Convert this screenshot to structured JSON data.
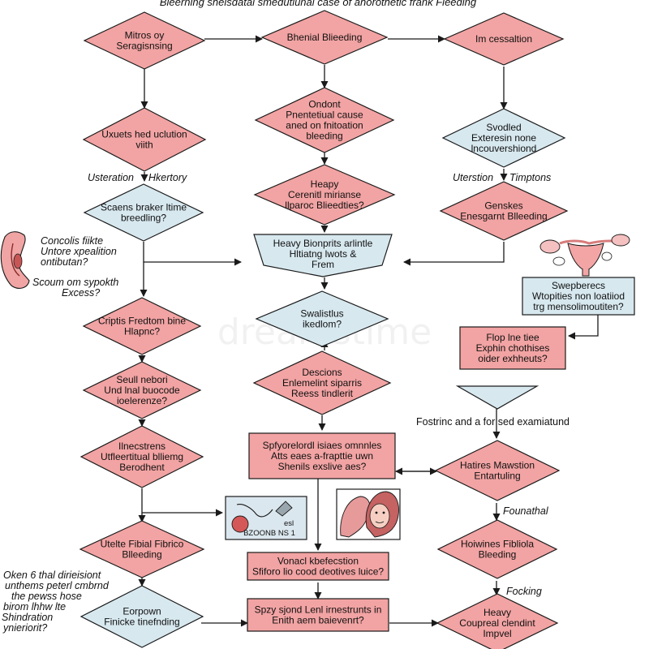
{
  "title": "Bleerning sheisdatal smedutiunal case of ahorothetic frank Fleeding",
  "watermark": "dreamstime",
  "colors": {
    "pink": "#f2a3a3",
    "blue": "#d7e8ef",
    "stroke": "#1a1a1a"
  },
  "nodes": [
    {
      "id": "n1",
      "shape": "diamond",
      "fill": "pink",
      "lines": [
        "Mitros oy",
        "Seragisnsing"
      ]
    },
    {
      "id": "n2",
      "shape": "diamond",
      "fill": "pink",
      "lines": [
        "Bhenial Blieeding"
      ]
    },
    {
      "id": "n3",
      "shape": "diamond",
      "fill": "pink",
      "lines": [
        "Im cessaltion"
      ]
    },
    {
      "id": "n4",
      "shape": "diamond",
      "fill": "pink",
      "lines": [
        "Uxuets hed uclution",
        "viith"
      ]
    },
    {
      "id": "n5",
      "shape": "diamond",
      "fill": "pink",
      "lines": [
        "Ondont",
        "Pnentetiual cause",
        "aned on fnitoation",
        "bleeding"
      ]
    },
    {
      "id": "n6",
      "shape": "diamond",
      "fill": "blue",
      "lines": [
        "Svodled",
        "Exteresin none",
        "lncouvershiond"
      ]
    },
    {
      "id": "n7",
      "shape": "diamond",
      "fill": "blue",
      "lines": [
        "Scaens braker ltime",
        "breedling?"
      ]
    },
    {
      "id": "n8",
      "shape": "diamond",
      "fill": "pink",
      "lines": [
        "Heapy",
        "Cerenitl mirianse",
        "llparoc Blieedties?"
      ]
    },
    {
      "id": "n9",
      "shape": "diamond",
      "fill": "pink",
      "lines": [
        "Genskes",
        "Enesgarnt Blleeding"
      ]
    },
    {
      "id": "n10",
      "shape": "banner",
      "fill": "blue",
      "lines": [
        "Heavy Bionprits arlintle",
        "Hltiatng lwots &",
        "Frem"
      ]
    },
    {
      "id": "n11",
      "shape": "rect",
      "fill": "blue",
      "lines": [
        "Swepberecs",
        "Wtopities non loatiiod",
        "trg mensolimoutiten?"
      ]
    },
    {
      "id": "n12",
      "shape": "diamond",
      "fill": "blue",
      "lines": [
        "Swalistlus",
        "ikedlom?"
      ]
    },
    {
      "id": "n13",
      "shape": "diamond",
      "fill": "pink",
      "lines": [
        "Criptis Fredtom bine",
        "Hlapnc?"
      ]
    },
    {
      "id": "n14",
      "shape": "rect",
      "fill": "pink",
      "lines": [
        "Flop lne tiee",
        "Exphin chothises",
        "oider exhheuts?"
      ]
    },
    {
      "id": "n15",
      "shape": "diamond",
      "fill": "pink",
      "lines": [
        "Descions",
        "Enlemelint siparris",
        "Reess tindlerit"
      ]
    },
    {
      "id": "n16",
      "shape": "diamond",
      "fill": "pink",
      "lines": [
        "Seull nebori",
        "Und lnal buocode",
        "ioelerenze?"
      ]
    },
    {
      "id": "n17",
      "shape": "triangle",
      "fill": "blue",
      "lines": []
    },
    {
      "id": "n18",
      "shape": "diamond",
      "fill": "pink",
      "lines": [
        "Ilnecstrens",
        "Utfleertitual blliemg",
        "Berodhent"
      ]
    },
    {
      "id": "n19",
      "shape": "rect",
      "fill": "pink",
      "lines": [
        "Spfyorelordl isiaes omnnles",
        "Atts eaes a-frapttie uwn",
        "Shenils exslive aes?"
      ]
    },
    {
      "id": "n20",
      "shape": "diamond",
      "fill": "pink",
      "lines": [
        "Hatires Mawstion",
        "Entartuling"
      ]
    },
    {
      "id": "n21",
      "shape": "diamond",
      "fill": "pink",
      "lines": [
        "Utelte Fibial Fibrico",
        "Blleeding"
      ]
    },
    {
      "id": "n22",
      "shape": "rect",
      "fill": "pink",
      "lines": [
        "Vonacl kbefecstion",
        "Sfiforo lio cood deotives luice?"
      ]
    },
    {
      "id": "n23",
      "shape": "diamond",
      "fill": "pink",
      "lines": [
        "Hoiwines Fibliola",
        "Bleeding"
      ]
    },
    {
      "id": "n24",
      "shape": "diamond",
      "fill": "blue",
      "lines": [
        "Eorpown",
        "Finicke tinefnding"
      ]
    },
    {
      "id": "n25",
      "shape": "rect",
      "fill": "pink",
      "lines": [
        "Spzy sjond Lenl irnestrunts in",
        "Enith aem baievenrt?"
      ]
    },
    {
      "id": "n26",
      "shape": "diamond",
      "fill": "pink",
      "lines": [
        "Heavy",
        "Coupreal clendint",
        "Impvel"
      ]
    }
  ],
  "labels": [
    {
      "id": "l1",
      "text": "Usteration",
      "italic": true
    },
    {
      "id": "l2",
      "text": "Hkertory",
      "italic": true
    },
    {
      "id": "l3",
      "text": "Uterstion",
      "italic": true
    },
    {
      "id": "l4",
      "text": "Timptons",
      "italic": true
    },
    {
      "id": "l5",
      "lines": [
        "Concolis fiikte",
        "Untore xpealition",
        "ontibutan?"
      ],
      "italic": true
    },
    {
      "id": "l6",
      "lines": [
        "Scoum om sypokth",
        "Excess?"
      ],
      "italic": true
    },
    {
      "id": "l7",
      "text": "Fostrinc and a for sed examiatund",
      "italic": false
    },
    {
      "id": "l8",
      "text": "Founathal",
      "italic": true
    },
    {
      "id": "l9",
      "text": "Focking",
      "italic": true
    },
    {
      "id": "l10",
      "lines": [
        "Oken 6 thal dirieisiont",
        "unthems peterl cmbrnd",
        "the pewss hose",
        "birom lhhw lte",
        "Shindration",
        "ynieriorit?"
      ],
      "italic": true
    }
  ],
  "illustrations": [
    {
      "id": "i1",
      "name": "uterus-profile-icon",
      "caption": []
    },
    {
      "id": "i2",
      "name": "uterus-icon",
      "caption": []
    },
    {
      "id": "i3",
      "name": "hand-sample-icon",
      "caption": [
        "esl",
        "BZOONB NS 1"
      ]
    },
    {
      "id": "i4",
      "name": "patient-faces-icon",
      "caption": []
    }
  ]
}
